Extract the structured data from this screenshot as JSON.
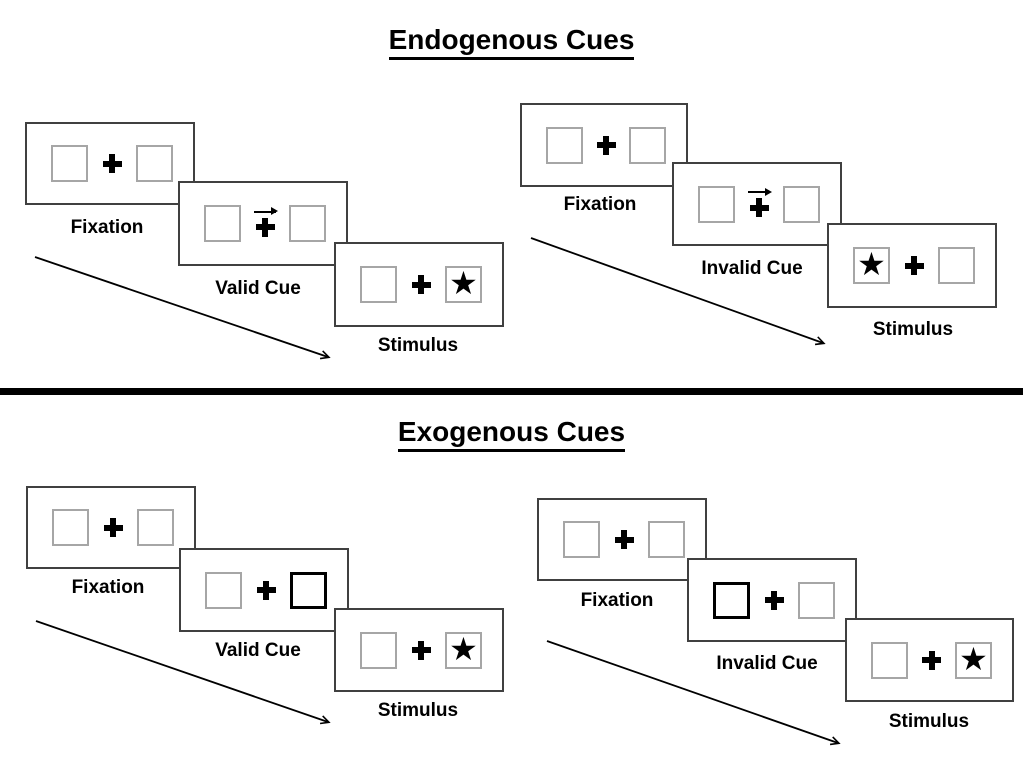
{
  "colors": {
    "background": "#ffffff",
    "ink": "#000000",
    "panel_border": "#404040",
    "square_border": "#a6a6a6"
  },
  "glyphs": {
    "star": "★"
  },
  "endogenous": {
    "title": "Endogenous Cues",
    "valid": {
      "fixation_label": "Fixation",
      "cue_label": "Valid Cue",
      "stimulus_label": "Stimulus",
      "cue_type": "central right-pointing arrow above fixation cross",
      "stimulus_star_side": "right"
    },
    "invalid": {
      "fixation_label": "Fixation",
      "cue_label": "Invalid Cue",
      "stimulus_label": "Stimulus",
      "cue_type": "central right-pointing arrow above fixation cross",
      "stimulus_star_side": "left"
    }
  },
  "exogenous": {
    "title": "Exogenous Cues",
    "valid": {
      "fixation_label": "Fixation",
      "cue_label": "Valid Cue",
      "stimulus_label": "Stimulus",
      "cue_type": "right box highlighted bold",
      "stimulus_star_side": "right"
    },
    "invalid": {
      "fixation_label": "Fixation",
      "cue_label": "Invalid Cue",
      "stimulus_label": "Stimulus",
      "cue_type": "left box highlighted bold",
      "stimulus_star_side": "right"
    }
  }
}
